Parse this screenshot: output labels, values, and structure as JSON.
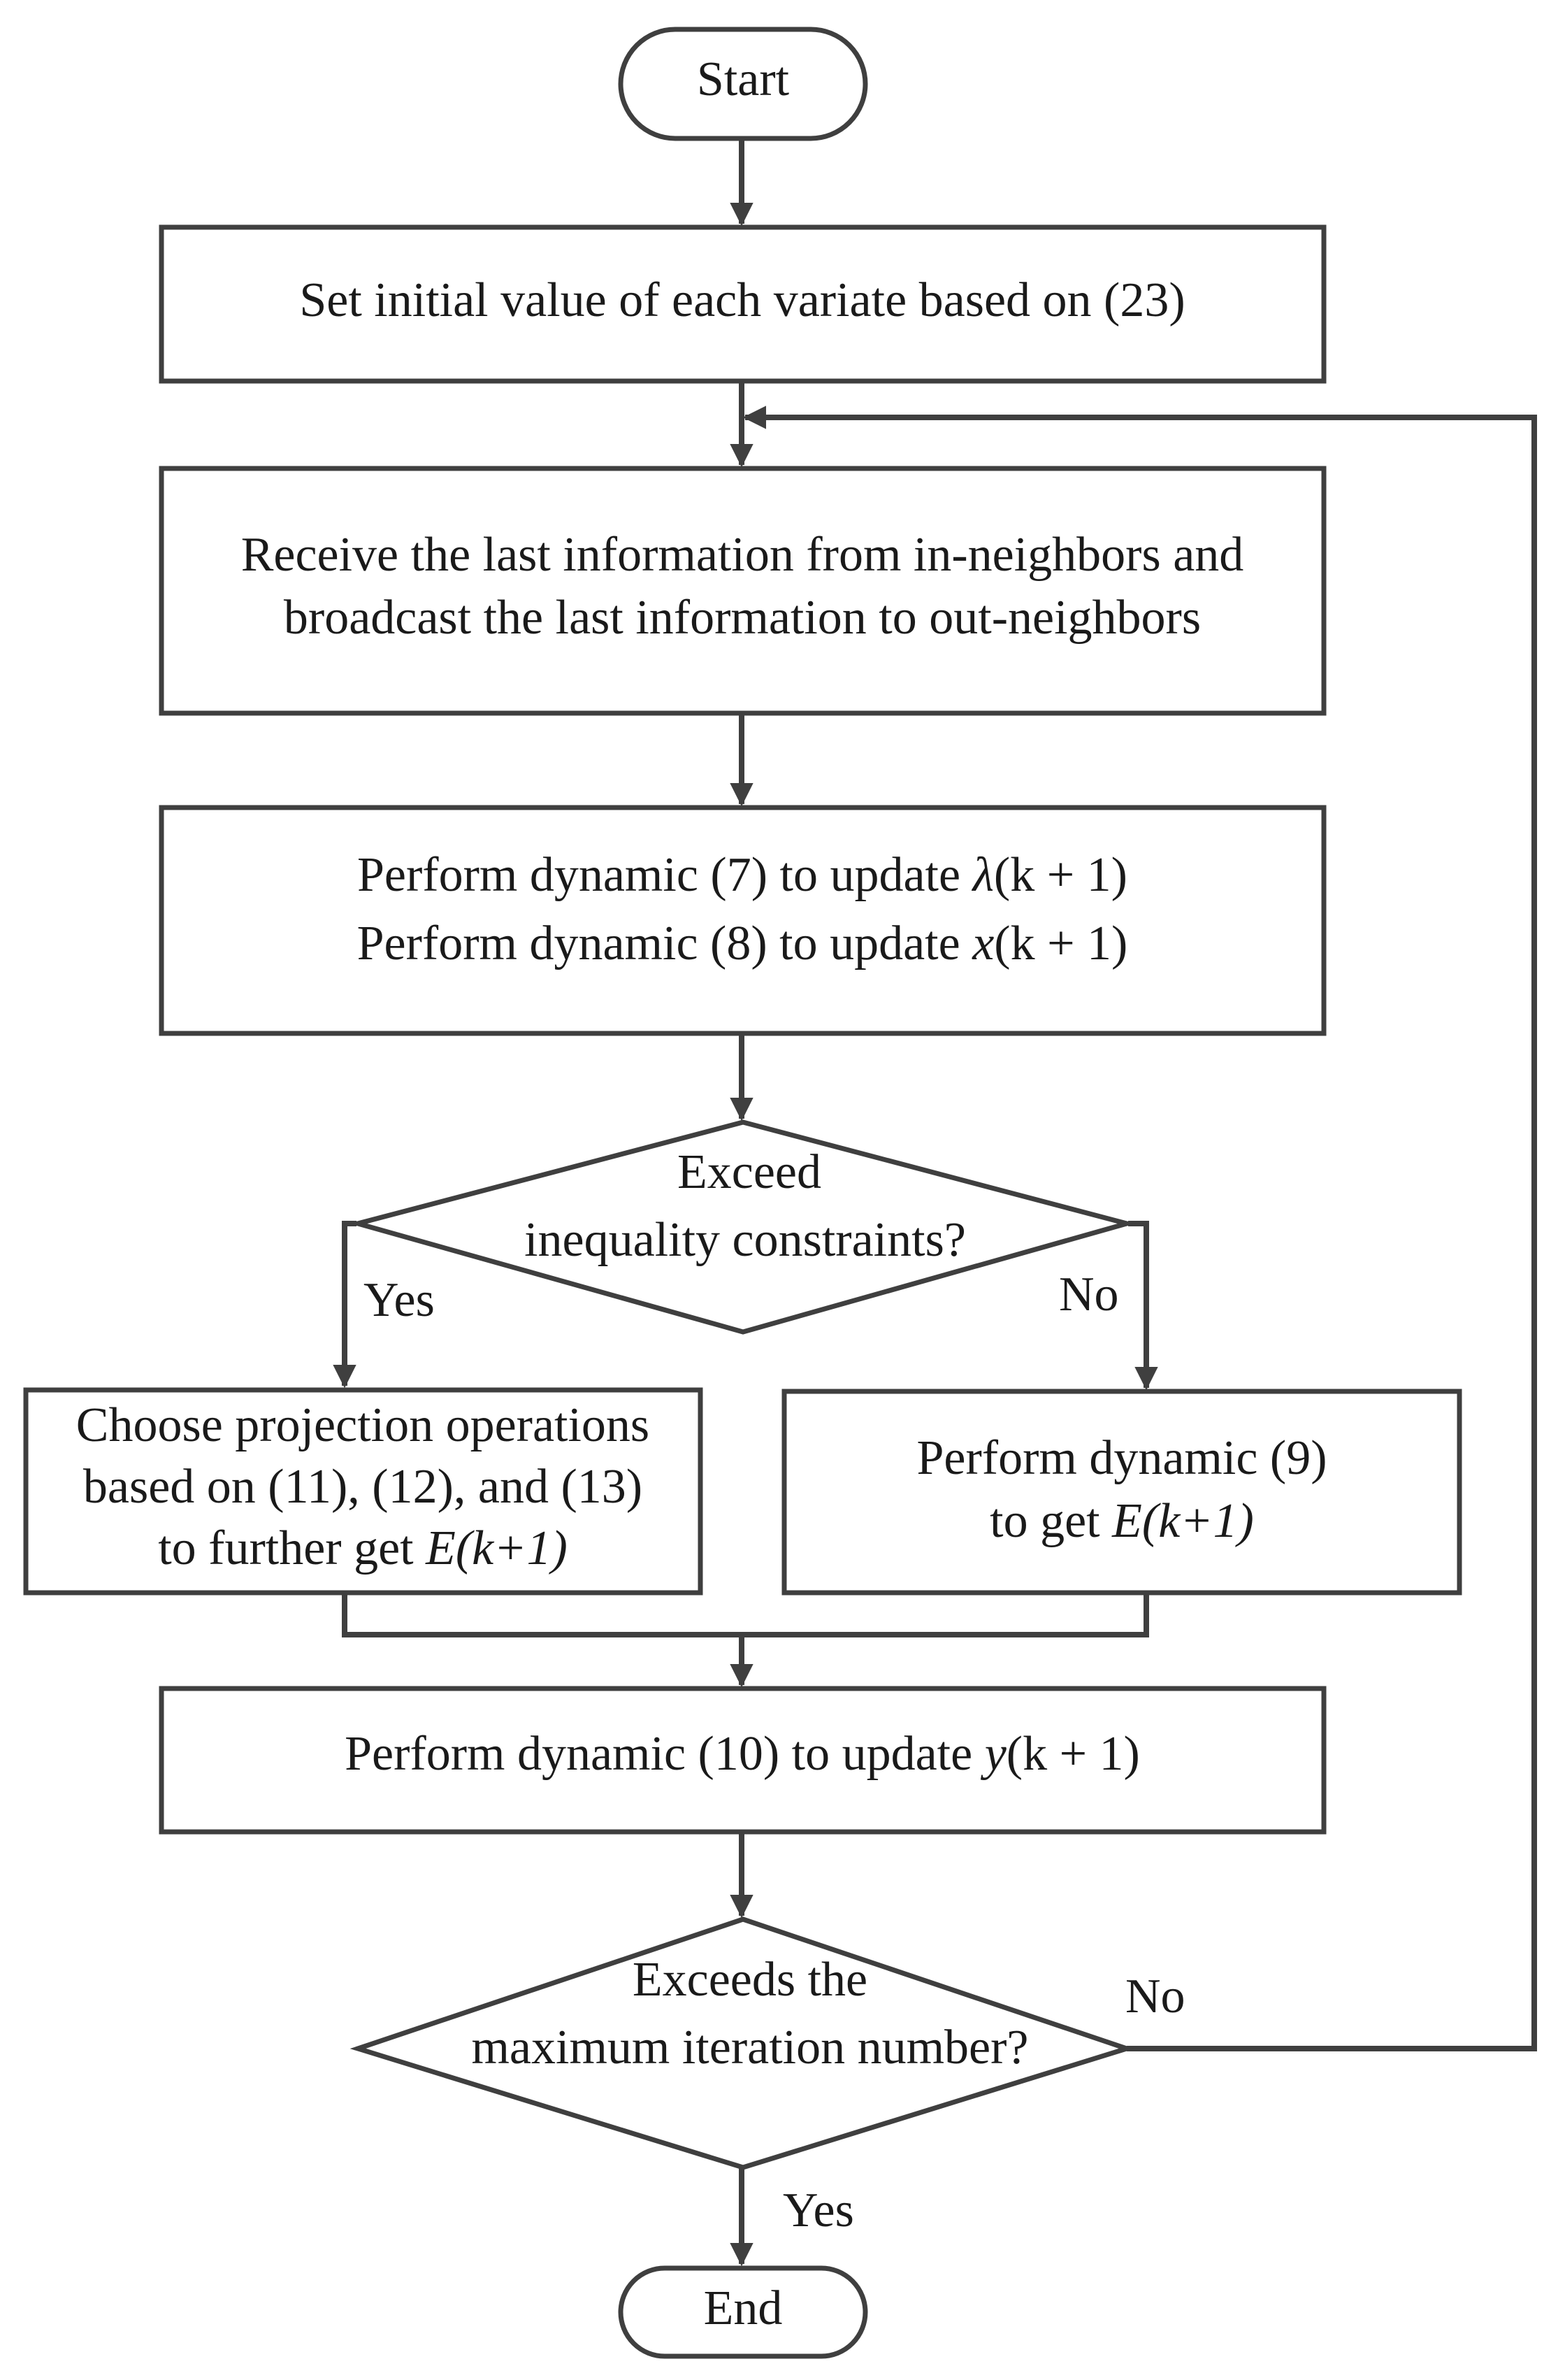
{
  "start": {
    "label": "Start"
  },
  "init": {
    "label": "Set initial value of each variate based on (23)"
  },
  "receive": {
    "line1": "Receive the last information from in-neighbors and",
    "line2": "broadcast the last information to out-neighbors"
  },
  "perform": {
    "line1_prefix": "Perform dynamic (7) to update ",
    "line1_var": "λ",
    "line1_arg": "(k + 1)",
    "line2_prefix": "Perform dynamic (8) to update ",
    "line2_var": "x",
    "line2_arg": "(k + 1)"
  },
  "decision1": {
    "line1": "Exceed",
    "line2": "inequality constraints?",
    "yes_label": "Yes",
    "no_label": "No"
  },
  "projection": {
    "line1": "Choose projection operations",
    "line2": "based on (11), (12), and (13)",
    "line3_prefix": "to further get ",
    "line3_var": "E",
    "line3_arg": "(k+1)"
  },
  "dynamic9": {
    "line1": "Perform dynamic (9)",
    "line2_prefix": "to get ",
    "line2_var": "E",
    "line2_arg": "(k+1)"
  },
  "dynamic10": {
    "prefix": "Perform dynamic (10) to update ",
    "var": "y",
    "arg": "(k + 1)"
  },
  "decision2": {
    "line1": "Exceeds the",
    "line2": "maximum iteration number?",
    "no_label": "No",
    "yes_label": "Yes"
  },
  "end": {
    "label": "End"
  }
}
